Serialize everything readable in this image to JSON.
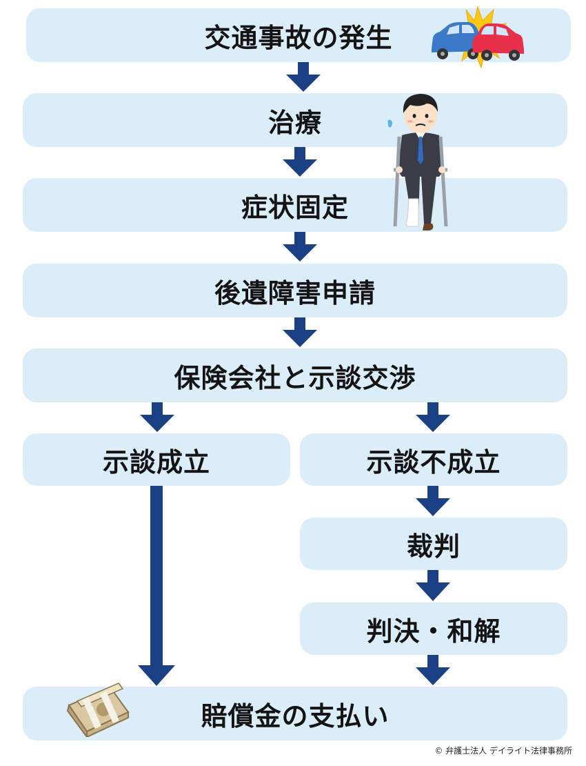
{
  "steps": {
    "accident": "交通事故の発生",
    "treatment": "治療",
    "fixed": "症状固定",
    "application": "後遺障害申請",
    "negotiation": "保険会社と示談交渉",
    "settled": "示談成立",
    "not_settled": "示談不成立",
    "trial": "裁判",
    "judgment": "判決・和解",
    "payment": "賠償金の支払い"
  },
  "copyright": "© 弁護士法人 デイライト法律事務所",
  "colors": {
    "box_fill": "#dcedfa",
    "arrow": "#1b4184",
    "text": "#141414"
  },
  "icons": {
    "accident": "car-crash-icon",
    "injured": "injured-man-crutches-icon",
    "money": "money-bundle-icon"
  }
}
